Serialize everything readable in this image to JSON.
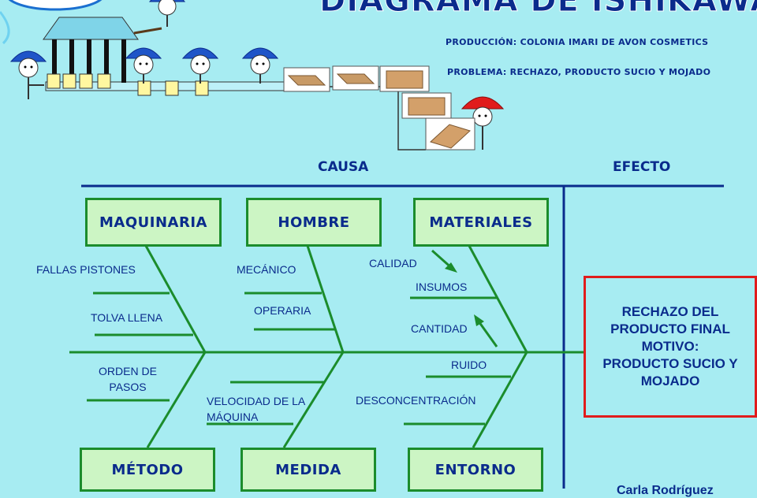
{
  "header": {
    "title": "DIAGRAMA DE ISHIKAWA",
    "produccion": "PRODUCCIÓN: COLONIA IMARI DE AVON COSMETICS",
    "problema": "PROBLEMA: RECHAZO, PRODUCTO SUCIO Y MOJADO"
  },
  "diagram": {
    "cause_header": "CAUSA",
    "effect_header": "EFECTO",
    "categories": {
      "maquinaria": "MAQUINARIA",
      "hombre": "HOMBRE",
      "materiales": "MATERIALES",
      "metodo": "MÉTODO",
      "medida": "MEDIDA",
      "entorno": "ENTORNO"
    },
    "causes": {
      "fallas_pistones": "FALLAS PISTONES",
      "tolva_llena": "TOLVA LLENA",
      "mecanico": "MECÁNICO",
      "operaria": "OPERARIA",
      "calidad": "CALIDAD",
      "insumos": "INSUMOS",
      "cantidad": "CANTIDAD",
      "orden_pasos": "ORDEN DE PASOS",
      "velocidad_maquina": "VELOCIDAD DE LA MÁQUINA",
      "ruido": "RUIDO",
      "desconcentracion": "DESCONCENTRACIÓN"
    },
    "effect": {
      "line1": "RECHAZO DEL PRODUCTO FINAL",
      "line2": "MOTIVO:",
      "line3": "PRODUCTO SUCIO Y MOJADO"
    }
  },
  "footer": {
    "author": "Carla Rodríguez"
  },
  "colors": {
    "navy": "#0a2b8c",
    "green": "#1b8c2c",
    "red": "#e01c1c",
    "background": "#a7ecf2"
  },
  "icons": [
    "worker-blue-helmet-icon",
    "worker-red-helmet-icon",
    "cardboard-box-icon",
    "jar-icon",
    "conveyor-machine-icon",
    "logo-icon"
  ]
}
